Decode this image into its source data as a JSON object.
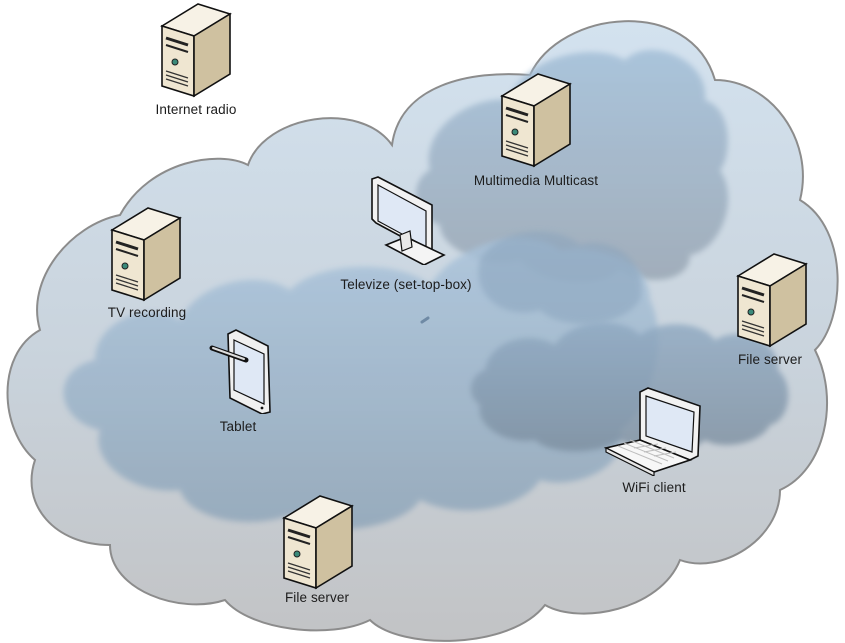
{
  "diagram": {
    "title": "",
    "nodes": [
      {
        "id": "internet-radio",
        "type": "server",
        "label": "Internet radio",
        "inside_cloud": false
      },
      {
        "id": "multimedia-multicast",
        "type": "server",
        "label": "Multimedia Multicast",
        "inside_cloud": true
      },
      {
        "id": "televize",
        "type": "monitor",
        "label": "Televize (set-top-box)",
        "inside_cloud": true
      },
      {
        "id": "tv-recording",
        "type": "server",
        "label": "TV recording",
        "inside_cloud": true
      },
      {
        "id": "tablet",
        "type": "tablet",
        "label": "Tablet",
        "inside_cloud": true
      },
      {
        "id": "file-server-right",
        "type": "server",
        "label": "File server",
        "inside_cloud": true
      },
      {
        "id": "wifi-client",
        "type": "laptop",
        "label": "WiFi client",
        "inside_cloud": true
      },
      {
        "id": "file-server-bottom",
        "type": "server",
        "label": "File server",
        "inside_cloud": true
      }
    ],
    "edges": [],
    "colors": {
      "cloud_outline": "#8c8c8c",
      "cloud_top": "#cfdde9",
      "cloud_bottom": "#c3c5c8",
      "inner_cloud": "#7f9fbc",
      "server_light": "#f2ead8",
      "server_dark": "#b8a784",
      "screen": "#dfe8f5"
    }
  }
}
